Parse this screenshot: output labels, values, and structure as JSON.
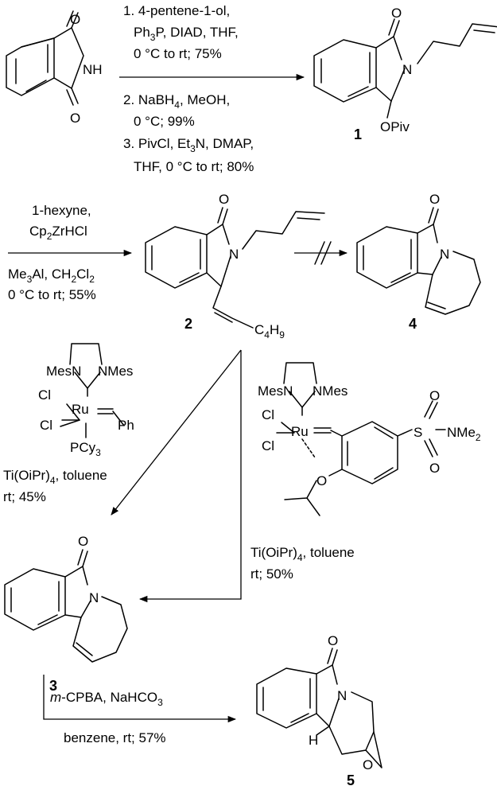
{
  "atoms": {
    "O": "O",
    "N": "N",
    "NH": "NH",
    "H": "H",
    "Cl": "Cl",
    "Ru": "Ru",
    "Mes": "Mes",
    "NMes": "NMes",
    "Ph": "Ph",
    "PCy": "PCy",
    "three": "3",
    "OPiv": "OPiv",
    "C": "C",
    "four": "4",
    "nine": "9",
    "S": "S",
    "NMe": "NMe",
    "two": "2"
  },
  "step1": {
    "l1": "1. 4-pentene-1-ol,",
    "l2": "Ph",
    "l2b": "P, DIAD, THF,",
    "l3": "0 °C to rt; 75%",
    "l4a": "2. NaBH",
    "l4b": ", MeOH,",
    "l5": "0 °C; 99%",
    "l6": "3. PivCl, Et",
    "l6b": "N, DMAP,",
    "l7": "THF, 0 °C to rt; 80%"
  },
  "step2": {
    "l1": "1-hexyne,",
    "l2": "Cp",
    "l2b": "ZrHCl",
    "l3": "Me",
    "l3b": "Al, CH",
    "l3c": "Cl",
    "l4": "0 °C to rt; 55%"
  },
  "rcm1": {
    "l1": "Ti(OiPr)",
    "l1b": ", toluene",
    "l2": "rt; 45%"
  },
  "rcm2": {
    "l1": "Ti(OiPr)",
    "l1b": ", toluene",
    "l2": "rt; 50%"
  },
  "epox": {
    "m": "m",
    "l1": "-CPBA, NaHCO",
    "l1b": "3",
    "l2": "benzene, rt; 57%"
  },
  "labels": {
    "c1": "1",
    "c2": "2",
    "c3": "3",
    "c4": "4",
    "c5": "5"
  }
}
